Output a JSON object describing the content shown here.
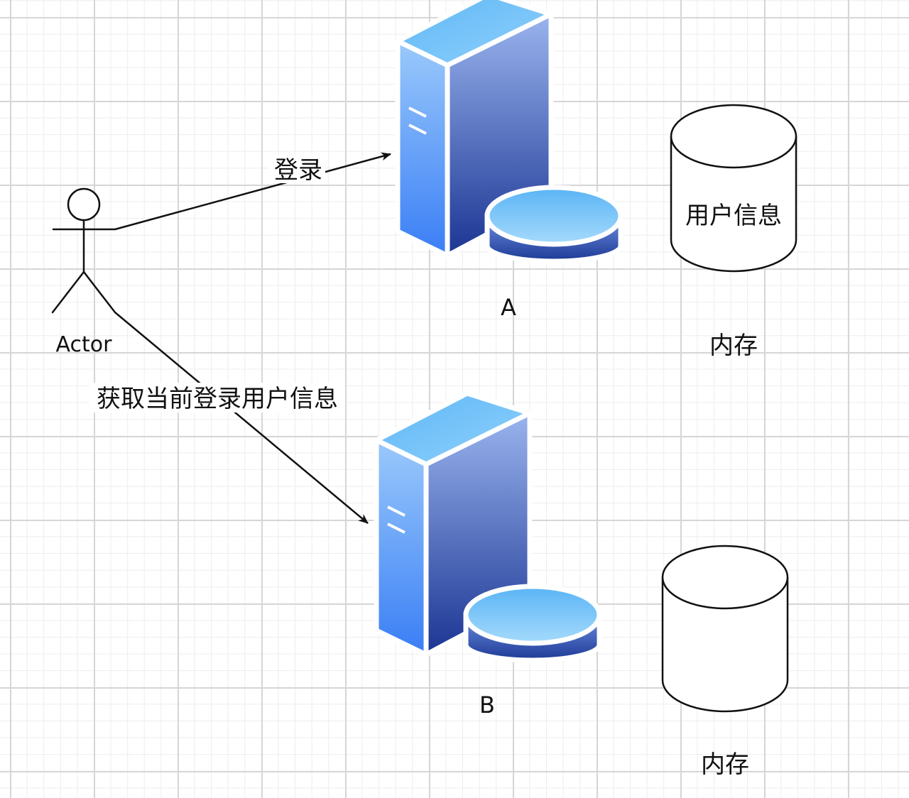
{
  "actor": {
    "label": "Actor"
  },
  "edges": {
    "login": {
      "label": "登录"
    },
    "get_user": {
      "label": "获取当前登录用户信息"
    }
  },
  "servers": [
    {
      "label": "A"
    },
    {
      "label": "B"
    }
  ],
  "memory": [
    {
      "content": "用户信息",
      "label": "内存"
    },
    {
      "content": "",
      "label": "内存"
    }
  ],
  "colors": {
    "server_top_light": "#71c2f9",
    "server_side_light": "#95c7fb",
    "server_side_dark": "#3a7ef5",
    "server_front_top": "#98b0ed",
    "server_front_bottom": "#1c3694",
    "stroke": "#111111"
  }
}
